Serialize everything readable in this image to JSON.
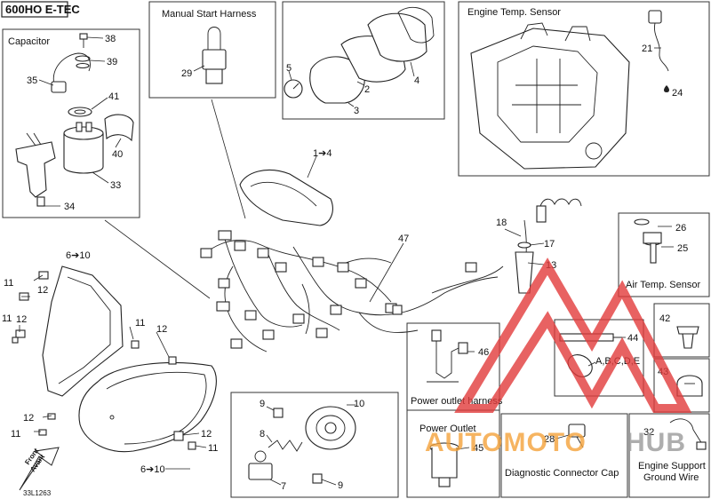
{
  "header": {
    "model": "600HO E-TEC"
  },
  "footer": {
    "code": "33L1263"
  },
  "direction": {
    "line1": "Front",
    "line2": "Avant"
  },
  "boxes": {
    "capacitor": "Capacitor",
    "manual_start": "Manual Start Harness",
    "engine_temp": "Engine Temp. Sensor",
    "air_temp": "Air Temp. Sensor",
    "power_outlet_harness": "Power outlet harness",
    "power_outlet": "Power Outlet",
    "diag_cap": "Diagnostic Connector Cap",
    "engine_support_1": "Engine Support",
    "engine_support_2": "Ground Wire"
  },
  "callouts": {
    "c38": "38",
    "c39": "39",
    "c35": "35",
    "c41": "41",
    "c40": "40",
    "c33": "33",
    "c34": "34",
    "c29": "29",
    "c5": "5",
    "c2": "2",
    "c3": "3",
    "c4": "4",
    "c1_4": "1➔4",
    "c21": "21",
    "c24": "24",
    "c18": "18",
    "c17": "17",
    "c13": "13",
    "c47": "47",
    "c26": "26",
    "c25": "25",
    "c6_10a": "6➔10",
    "c6_10b": "6➔10",
    "c11a": "11",
    "c11b": "11",
    "c11c": "11",
    "c11d": "11",
    "c11e": "11",
    "c12a": "12",
    "c12b": "12",
    "c12c": "12",
    "c12d": "12",
    "c9a": "9",
    "c9b": "9",
    "c10": "10",
    "c8": "8",
    "c7": "7",
    "c46": "46",
    "c45": "45",
    "c44": "44",
    "c44b": "A,B,C,D,E",
    "c28": "28",
    "c42": "42",
    "c43": "43",
    "c32": "32"
  },
  "watermark": {
    "part1": "AUTOMOTO",
    "part2": "HUB"
  },
  "colors": {
    "watermark_red": "#e23b3b",
    "watermark_orange": "#f4a23a",
    "watermark_gray": "#9b9b9b"
  }
}
